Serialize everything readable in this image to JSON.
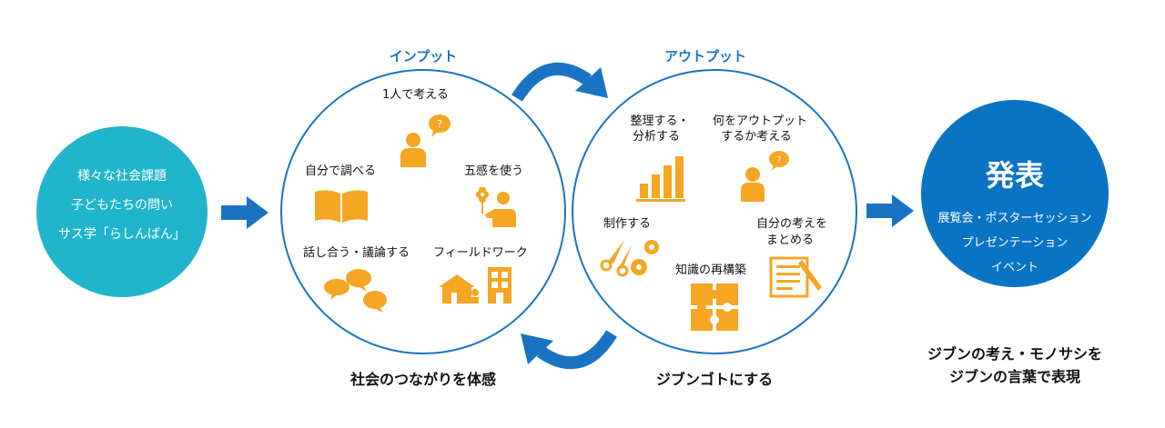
{
  "left_circle": {
    "lines": [
      "様々な社会課題",
      "子どもたちの問い",
      "サス学「らしんばん」"
    ],
    "color": "#21b5cc"
  },
  "input": {
    "title": "インプット",
    "items": {
      "think_alone": "1人で考える",
      "self_research": "自分で調べる",
      "five_senses": "五感を使う",
      "discussion": "話し合う・議論する",
      "fieldwork": "フィールドワーク"
    },
    "caption": "社会のつながりを体感"
  },
  "output": {
    "title": "アウトプット",
    "items": {
      "organize_line1": "整理する・",
      "organize_line2": "分析する",
      "consider_line1": "何をアウトプット",
      "consider_line2": "するか考える",
      "produce": "制作する",
      "summarize_line1": "自分の考えを",
      "summarize_line2": "まとめる",
      "rebuild": "知識の再構築"
    },
    "caption": "ジブンゴトにする"
  },
  "presentation": {
    "title": "発表",
    "lines": [
      "展覧会・ポスターセッション",
      "プレゼンテーション",
      "イベント"
    ],
    "caption_line1": "ジブンの考え・モノサシを",
    "caption_line2": "ジブンの言葉で表現",
    "color": "#0a74c4"
  },
  "colors": {
    "accent_blue": "#1a73c2",
    "icon_orange": "#f5a623"
  },
  "icons": [
    "person-question-icon",
    "open-book-icon",
    "person-flower-icon",
    "speech-bubbles-icon",
    "house-building-icon",
    "bar-chart-icon",
    "scissors-gears-icon",
    "puzzle-icon",
    "document-pencil-icon",
    "cycle-arrow-icon",
    "right-arrow-icon"
  ]
}
